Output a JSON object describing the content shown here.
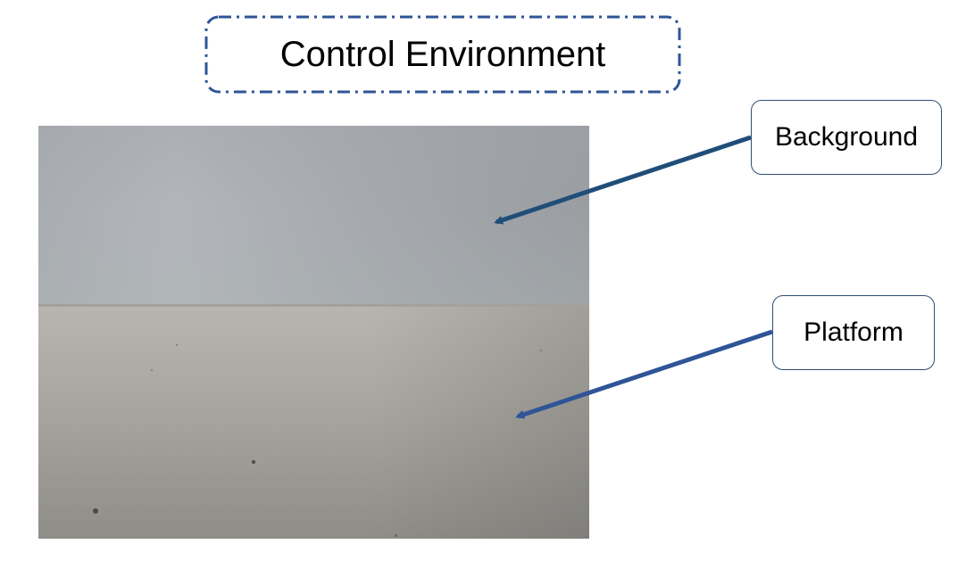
{
  "diagram": {
    "title": "Control Environment",
    "labels": {
      "background": "Background",
      "platform": "Platform"
    },
    "colors": {
      "title_border": "#2f5597",
      "arrow_background": "#1f4e79",
      "arrow_platform": "#2f5597",
      "callout_border": "#2f4f73"
    }
  }
}
